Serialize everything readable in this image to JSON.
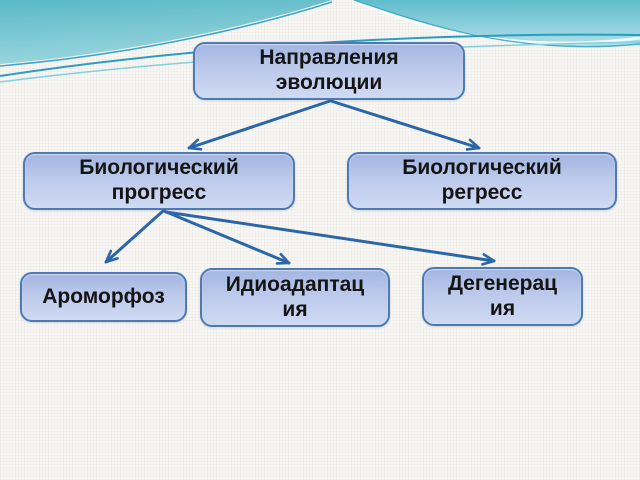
{
  "colors": {
    "background": "#f7f6f2",
    "wave_teal": "#58b9c7",
    "wave_teal_light": "#9cd6de",
    "wave_teal_right": "#5fbccb",
    "wave_teal_right_light": "#b2e0e7",
    "wave_line": "#2a9dc3",
    "wave_line_light": "#7fd0e0",
    "node_border": "#4d79b5",
    "node_fill_top": "#a2b6e2",
    "node_fill_bottom": "#cfdaf3",
    "node_text": "#141414",
    "arrow": "#2b66a8"
  },
  "diagram": {
    "nodes": {
      "root": {
        "label": "Направления эволюции",
        "lines": [
          "Направления",
          "эволюции"
        ]
      },
      "progress": {
        "label": "Биологический прогресс",
        "lines": [
          "Биологический",
          "прогресс"
        ]
      },
      "regress": {
        "label": "Биологический регресс",
        "lines": [
          "Биологический",
          "регресс"
        ]
      },
      "aromorphosis": {
        "label": "Ароморфоз",
        "lines": [
          "Ароморфоз"
        ]
      },
      "idioadaptation": {
        "label": "Идиоадаптация",
        "lines": [
          "Идиоадаптац",
          "ия"
        ]
      },
      "degeneration": {
        "label": "Дегенерация",
        "lines": [
          "Дегенерац",
          "ия"
        ]
      }
    },
    "edges": [
      {
        "from": "root",
        "to": "progress"
      },
      {
        "from": "root",
        "to": "regress"
      },
      {
        "from": "progress",
        "to": "aromorphosis"
      },
      {
        "from": "progress",
        "to": "idioadaptation"
      },
      {
        "from": "progress",
        "to": "degeneration"
      }
    ]
  }
}
